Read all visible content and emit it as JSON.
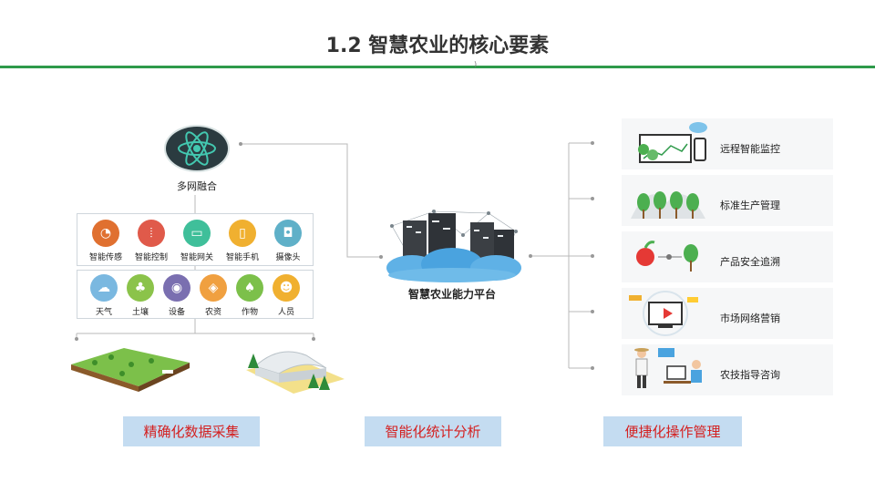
{
  "title": "1.2 智慧农业的核心要素",
  "title_mark": ")",
  "hub": {
    "label": "多网融合"
  },
  "row1": [
    {
      "label": "智能传感",
      "icon": "sensor-icon",
      "color": "#e07030"
    },
    {
      "label": "智能控制",
      "icon": "control-icon",
      "color": "#e05a4a"
    },
    {
      "label": "智能网关",
      "icon": "gateway-icon",
      "color": "#3fbf9a"
    },
    {
      "label": "智能手机",
      "icon": "phone-icon",
      "color": "#f0b030"
    },
    {
      "label": "摄像头",
      "icon": "camera-icon",
      "color": "#5fb0c8"
    }
  ],
  "row2": [
    {
      "label": "天气",
      "icon": "cloud-icon",
      "color": "#7ab8e0"
    },
    {
      "label": "土壤",
      "icon": "sprout-icon",
      "color": "#8bc34a"
    },
    {
      "label": "设备",
      "icon": "device-icon",
      "color": "#7a6fb0"
    },
    {
      "label": "农资",
      "icon": "bag-icon",
      "color": "#f0a040"
    },
    {
      "label": "作物",
      "icon": "crop-icon",
      "color": "#7cc04a"
    },
    {
      "label": "人员",
      "icon": "person-icon",
      "color": "#f0b030"
    }
  ],
  "platform": {
    "label": "智慧农业能力平台"
  },
  "right_items": [
    {
      "label": "远程智能监控",
      "icon": "monitor-icon"
    },
    {
      "label": "标准生产管理",
      "icon": "production-icon"
    },
    {
      "label": "产品安全追溯",
      "icon": "trace-icon"
    },
    {
      "label": "市场网络营销",
      "icon": "marketing-icon"
    },
    {
      "label": "农技指导咨询",
      "icon": "consult-icon"
    }
  ],
  "sections": [
    "精确化数据采集",
    "智能化统计分析",
    "便捷化操作管理"
  ],
  "colors": {
    "accent": "#2e9a4a",
    "section_bg": "#c4dcf1",
    "section_text": "#d42020"
  }
}
